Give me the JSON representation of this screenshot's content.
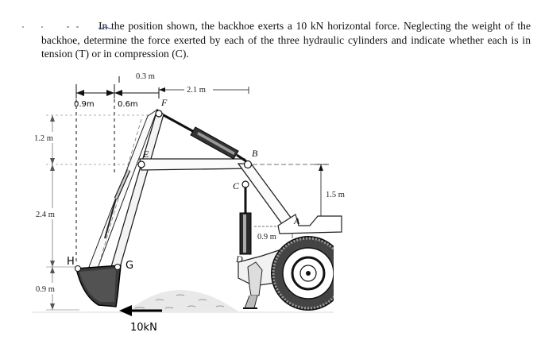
{
  "problem": {
    "sentence_1": "In the position shown, the backhoe exerts a 10 kN horizontal force.",
    "sentence_2": "Neglecting the weight of the backhoe, determine the force exerted by each of the three hydraulic cylinders and indicate whether each is in tension (T) or in compression (C)."
  },
  "figure": {
    "dimensions": {
      "horizontal_0_3": "0.3 m",
      "horizontal_2_1": "2.1 m",
      "vertical_1_2": "1.2 m",
      "vertical_2_4": "2.4 m",
      "vertical_0_9": "0.9 m",
      "vertical_1_5": "1.5 m",
      "bracket_0_9": "0.9 m"
    },
    "handwritten": {
      "dim_0_9": "0.9m",
      "dim_0_6": "0.6m",
      "point_H": "H",
      "point_G": "G",
      "force_label": "10kN"
    },
    "points": {
      "A": "A",
      "B": "B",
      "C": "C",
      "D": "D",
      "E": "E",
      "F": "F"
    }
  }
}
